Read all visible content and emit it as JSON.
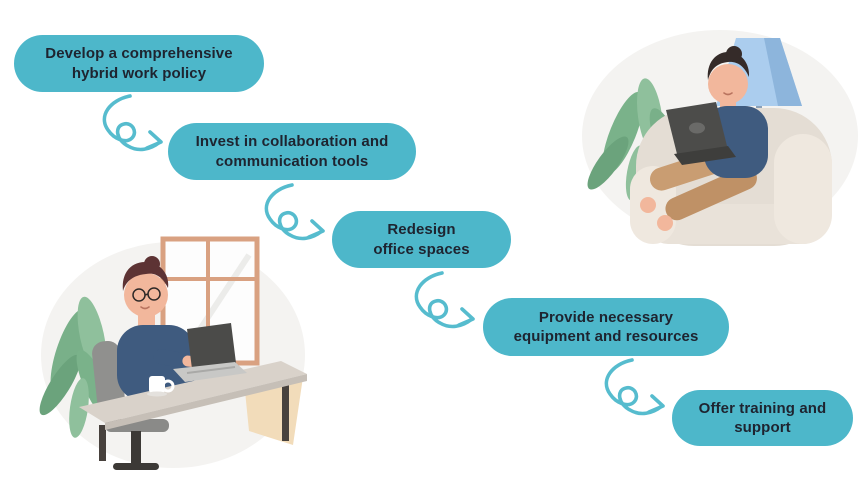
{
  "diagram": {
    "kind": "stair-step process infographic",
    "steps": [
      {
        "label": "Develop a comprehensive\nhybrid work policy"
      },
      {
        "label": "Invest in collaboration and\ncommunication tools"
      },
      {
        "label": "Redesign\noffice spaces"
      },
      {
        "label": "Provide necessary\nequipment and resources"
      },
      {
        "label": "Offer training and\nsupport"
      }
    ],
    "connector_count": 4
  },
  "style": {
    "background_color": "#ffffff",
    "pill_color": "#4db7ca",
    "pill_text_color": "#1e2430",
    "arrow_color": "#56bcce",
    "blob_color": "#f4f3f1",
    "plant_green": "#7ab28a",
    "shirt_navy": "#3f5b7f",
    "skin_tone": "#f2b79c",
    "pants_tan": "#c99d72",
    "window_frame": "#d9a181",
    "armchair_cream": "#e4ddd4",
    "laptop_gray": "#4b4b49",
    "lamp_blue": "#abcdee"
  },
  "illustrations": {
    "bottom_left": {
      "name": "person-working-at-desk-with-laptop"
    },
    "top_right": {
      "name": "person-relaxing-in-armchair-with-laptop"
    }
  }
}
